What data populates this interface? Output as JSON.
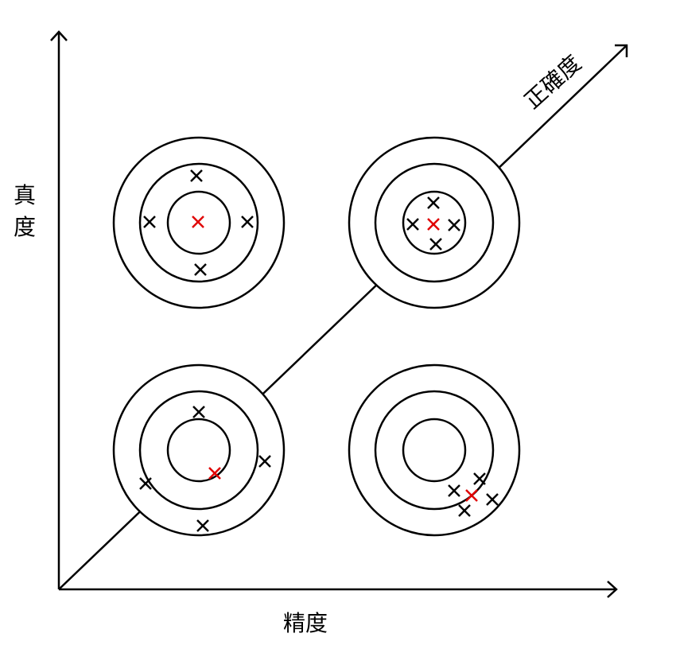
{
  "labels": {
    "y_axis": "真度",
    "x_axis": "精度",
    "diagonal": "正確度"
  },
  "colors": {
    "line": "#000000",
    "highlight": "#e00000"
  },
  "targets": [
    {
      "name": "high-trueness-low-precision",
      "marks": [
        [
          -3,
          -59
        ],
        [
          -62,
          -1
        ],
        [
          61,
          -1
        ],
        [
          2,
          59
        ]
      ],
      "mean": [
        -1,
        -1
      ]
    },
    {
      "name": "high-trueness-high-precision",
      "marks": [
        [
          -1,
          -25
        ],
        [
          -27,
          2
        ],
        [
          25,
          3
        ],
        [
          2,
          27
        ]
      ],
      "mean": [
        -1,
        2
      ]
    },
    {
      "name": "low-trueness-low-precision",
      "marks": [
        [
          0,
          -48
        ],
        [
          83,
          14
        ],
        [
          -67,
          42
        ],
        [
          5,
          95
        ]
      ],
      "mean": [
        20,
        29
      ]
    },
    {
      "name": "low-trueness-high-precision",
      "marks": [
        [
          57,
          36
        ],
        [
          25,
          51
        ],
        [
          73,
          62
        ],
        [
          38,
          76
        ]
      ],
      "mean": [
        47,
        57
      ]
    }
  ]
}
